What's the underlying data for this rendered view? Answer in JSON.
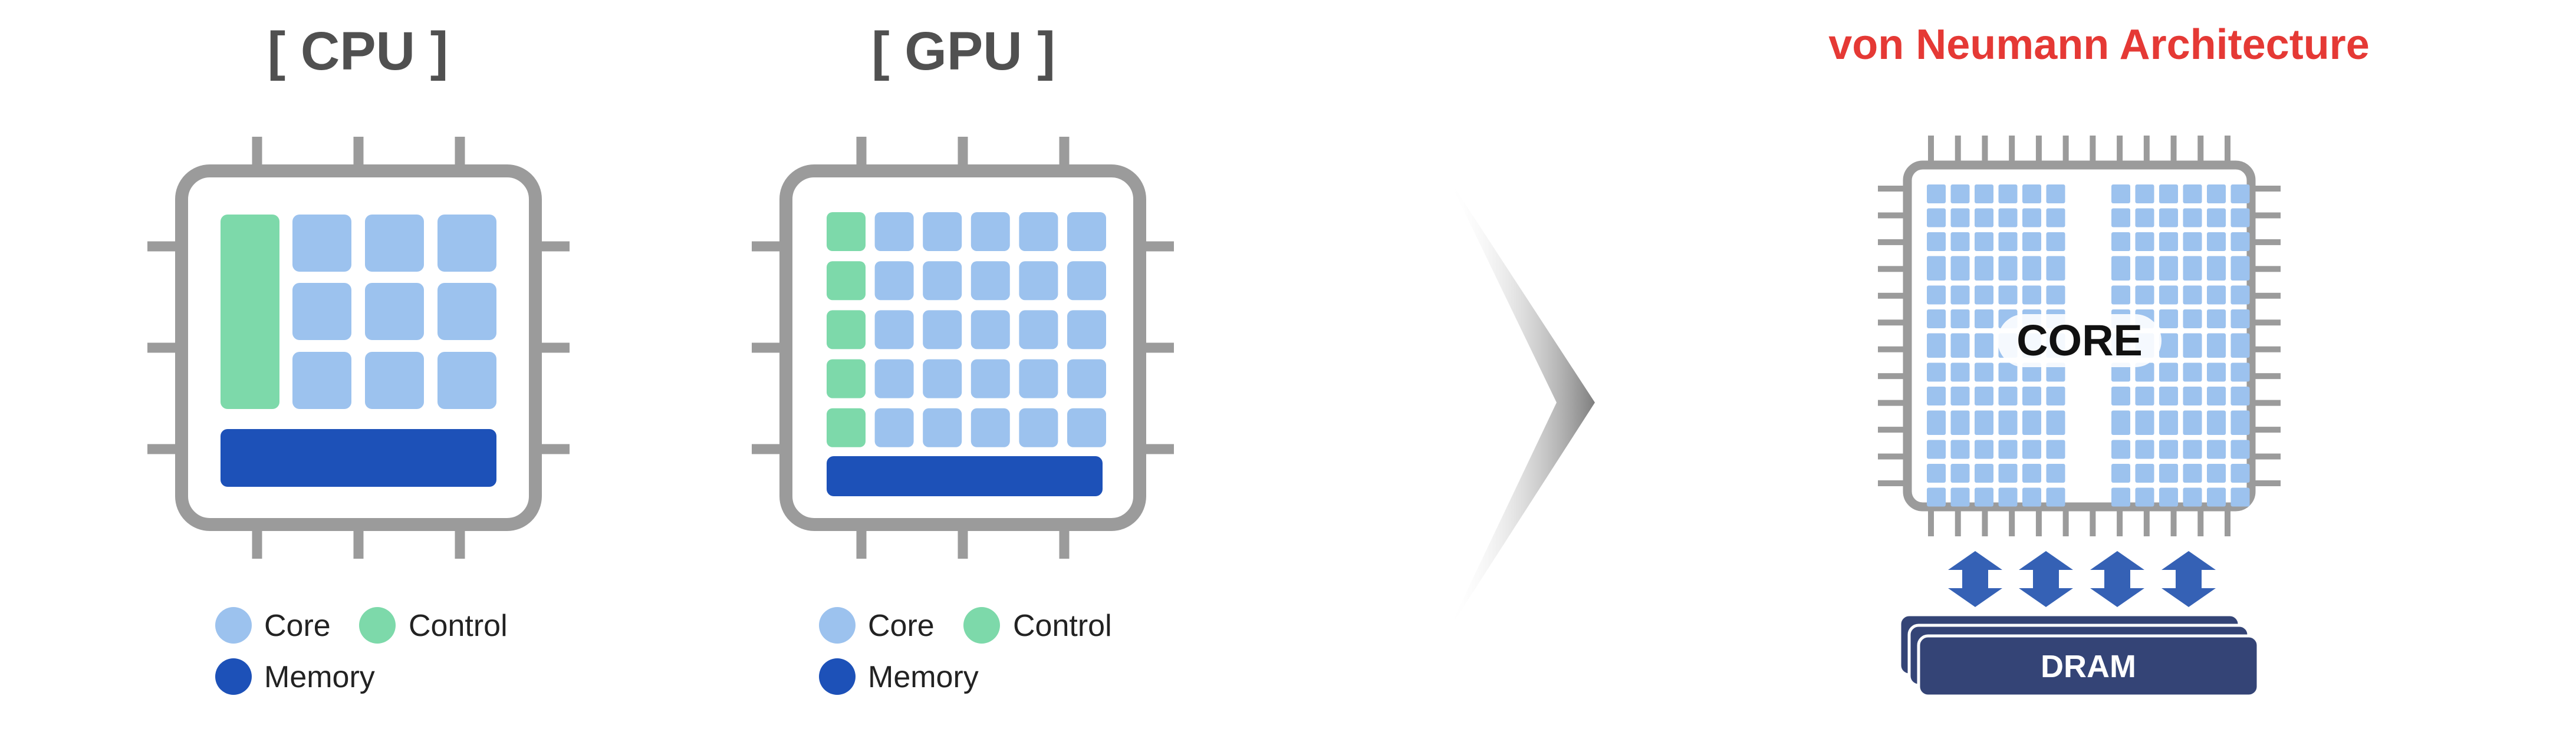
{
  "diagram": {
    "cpu": {
      "title": "[ CPU ]",
      "legend": {
        "core": "Core",
        "control": "Control",
        "memory": "Memory"
      }
    },
    "gpu": {
      "title": "[ GPU ]",
      "legend": {
        "core": "Core",
        "control": "Control",
        "memory": "Memory"
      }
    },
    "von_neumann": {
      "title": "von Neumann Architecture",
      "core_label": "CORE",
      "dram_label": "DRAM",
      "bus_arrow_count": 4
    },
    "colors": {
      "chip_border": "#9b9b9b",
      "core": "#9cc2ee",
      "control": "#7dd9aa",
      "memory": "#1d51b8",
      "dram": "#344476",
      "dram_outline": "#3a5ba8",
      "arrow": "#3561b5",
      "title_red": "#e53935",
      "title_gray": "#505050"
    }
  }
}
